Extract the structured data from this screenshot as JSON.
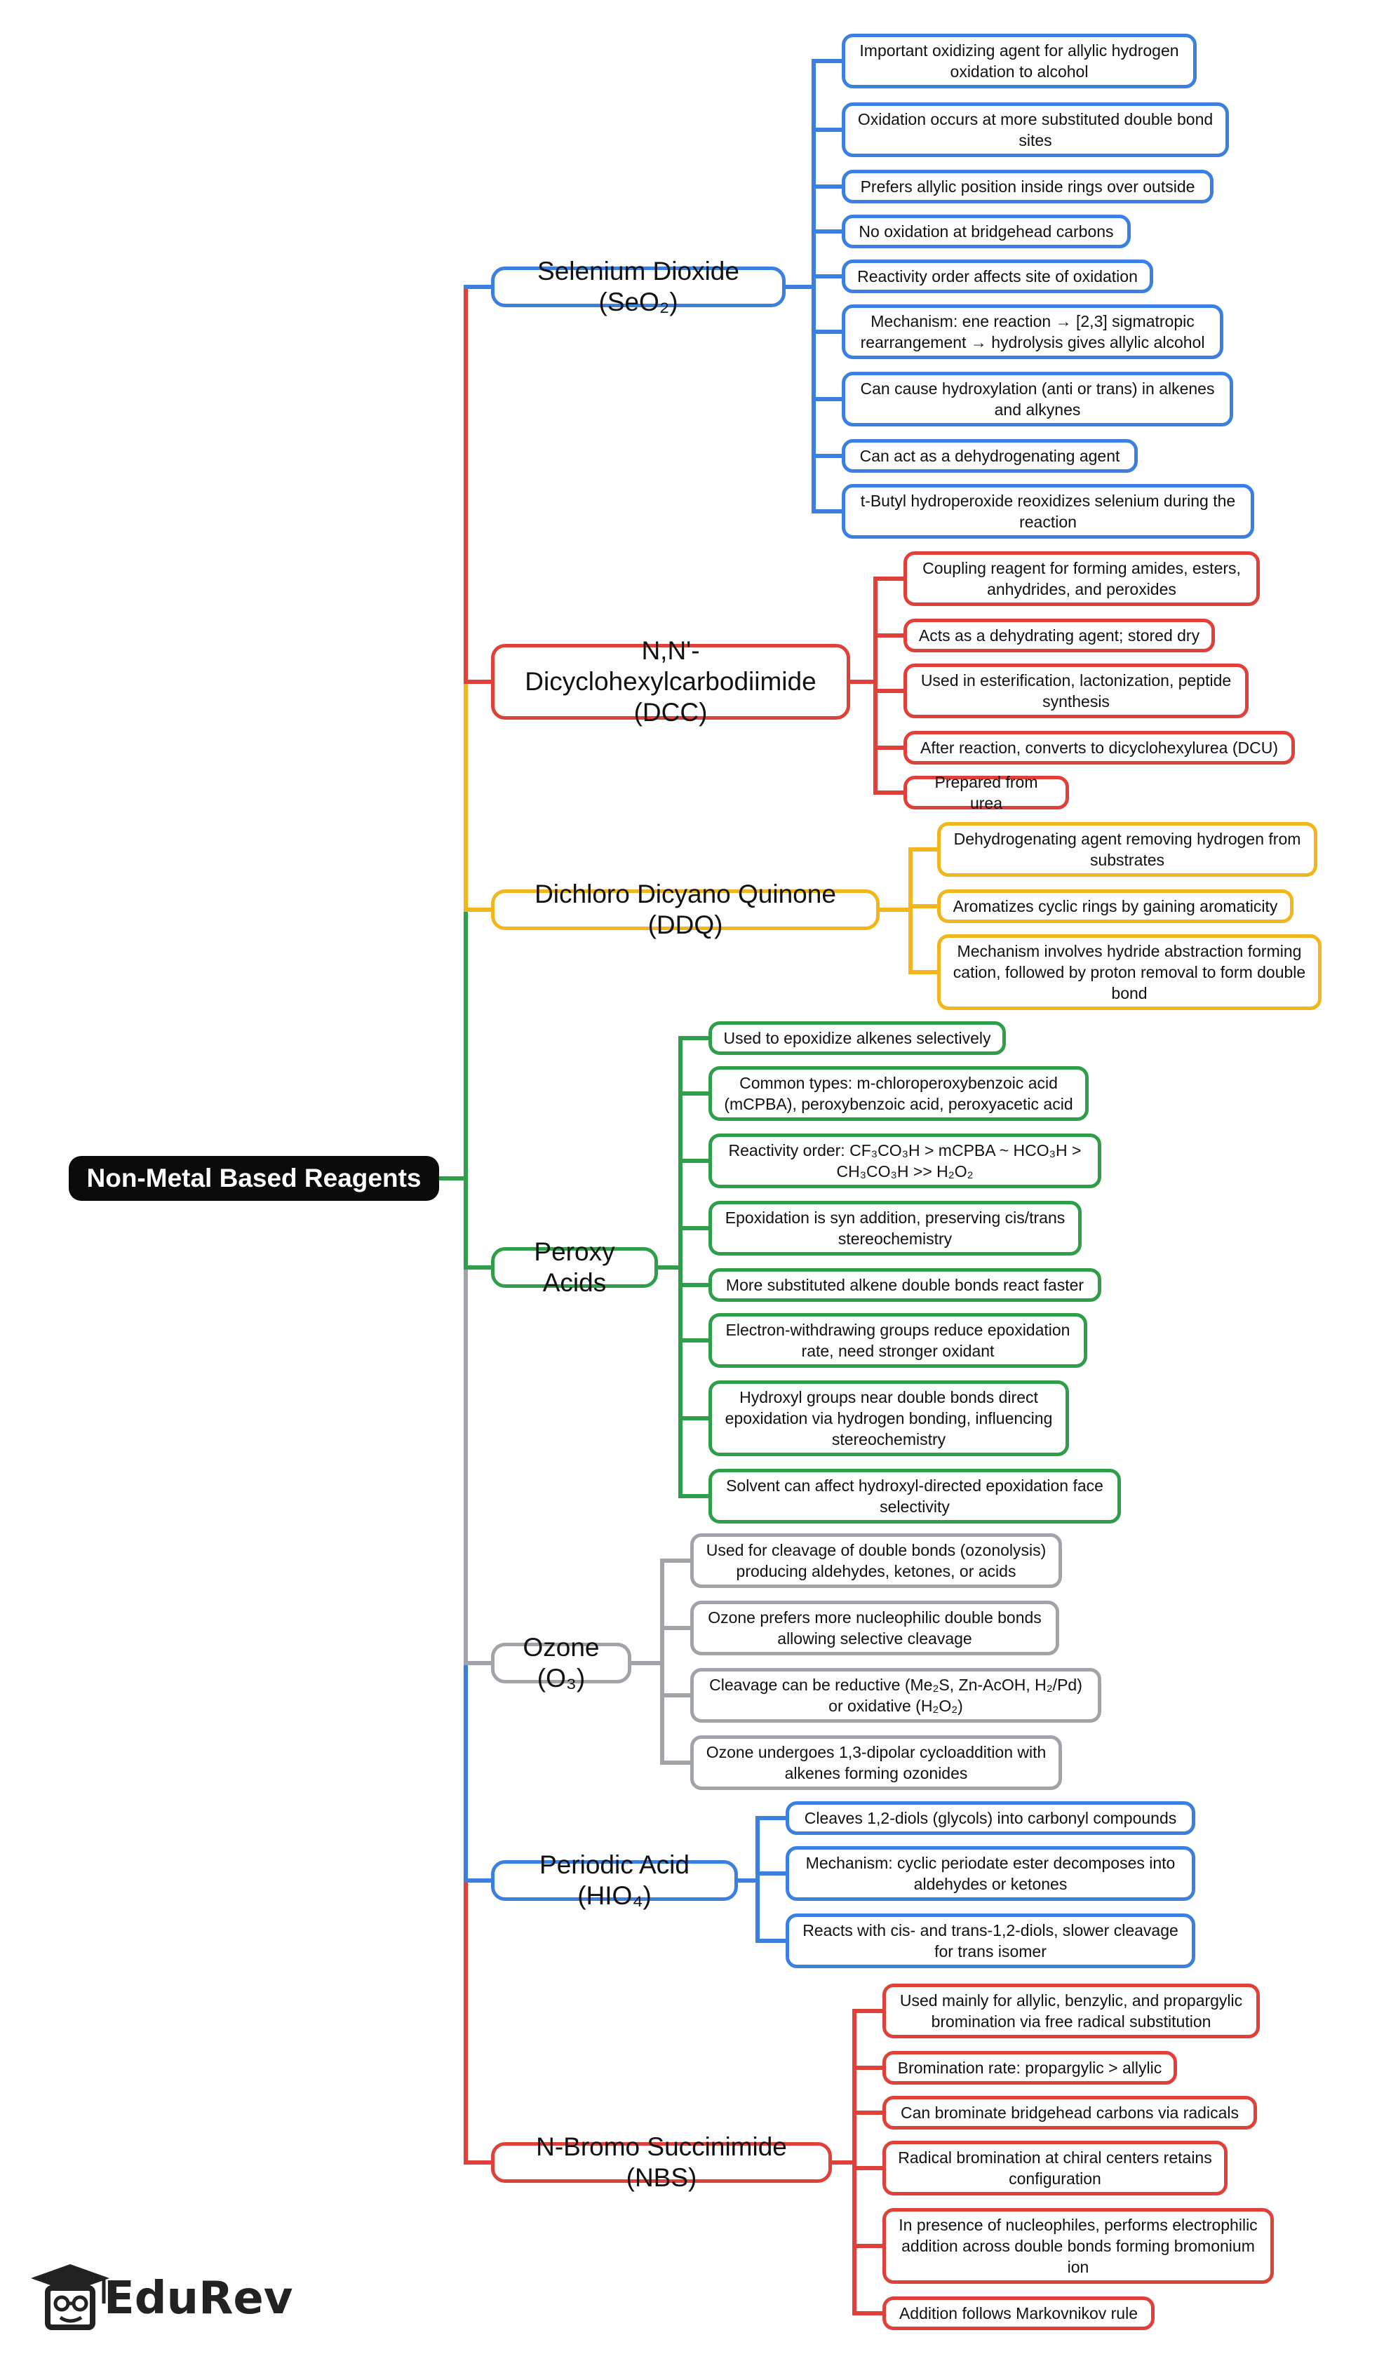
{
  "root": "Non-Metal Based Reagents",
  "branches": [
    {
      "label": "Selenium Dioxide (SeO₂)",
      "color": "#3b7fe0",
      "items": [
        "Important oxidizing agent for allylic hydrogen oxidation to alcohol",
        "Oxidation occurs at more substituted double bond sites",
        "Prefers allylic position inside rings over outside",
        "No oxidation at bridgehead carbons",
        "Reactivity order affects site of oxidation",
        "Mechanism: ene reaction → [2,3] sigmatropic rearrangement → hydrolysis gives allylic alcohol",
        "Can cause hydroxylation (anti or trans) in alkenes and alkynes",
        "Can act as a dehydrogenating agent",
        "t-Butyl hydroperoxide reoxidizes selenium during the reaction"
      ]
    },
    {
      "label": "N,N'-Dicyclohexylcarbodiimide (DCC)",
      "color": "#e0403a",
      "items": [
        "Coupling reagent for forming amides, esters, anhydrides, and peroxides",
        "Acts as a dehydrating agent; stored dry",
        "Used in esterification, lactonization, peptide synthesis",
        "After reaction, converts to dicyclohexylurea (DCU)",
        "Prepared from urea"
      ]
    },
    {
      "label": "Dichloro Dicyano Quinone (DDQ)",
      "color": "#f2b51c",
      "items": [
        "Dehydrogenating agent removing hydrogen from substrates",
        "Aromatizes cyclic rings by gaining aromaticity",
        "Mechanism involves hydride abstraction forming cation, followed by proton removal to form double bond"
      ]
    },
    {
      "label": "Peroxy Acids",
      "color": "#2f9e4a",
      "items": [
        "Used to epoxidize alkenes selectively",
        "Common types: m-chloroperoxybenzoic acid (mCPBA), peroxybenzoic acid, peroxyacetic acid",
        "Reactivity order: CF₃CO₃H > mCPBA ~ HCO₃H > CH₃CO₃H >> H₂O₂",
        "Epoxidation is syn addition, preserving cis/trans stereochemistry",
        "More substituted alkene double bonds react faster",
        "Electron-withdrawing groups reduce epoxidation rate, need stronger oxidant",
        "Hydroxyl groups near double bonds direct epoxidation via hydrogen bonding, influencing stereochemistry",
        "Solvent can affect hydroxyl-directed epoxidation face selectivity"
      ]
    },
    {
      "label": "Ozone (O₃)",
      "color": "#a0a3a8",
      "items": [
        "Used for cleavage of double bonds (ozonolysis) producing aldehydes, ketones, or acids",
        "Ozone prefers more nucleophilic double bonds allowing selective cleavage",
        "Cleavage can be reductive (Me₂S, Zn-AcOH, H₂/Pd) or oxidative (H₂O₂)",
        "Ozone undergoes 1,3-dipolar cycloaddition with alkenes forming ozonides"
      ]
    },
    {
      "label": "Periodic Acid (HIO₄)",
      "color": "#3b7fe0",
      "items": [
        "Cleaves 1,2-diols (glycols) into carbonyl compounds",
        "Mechanism: cyclic periodate ester decomposes into aldehydes or ketones",
        "Reacts with cis- and trans-1,2-diols, slower cleavage for trans isomer"
      ]
    },
    {
      "label": "N-Bromo Succinimide (NBS)",
      "color": "#e0403a",
      "items": [
        "Used mainly for allylic, benzylic, and propargylic bromination via free radical substitution",
        "Bromination rate: propargylic > allylic",
        "Can brominate bridgehead carbons via radicals",
        "Radical bromination at chiral centers retains configuration",
        "In presence of nucleophiles, performs electrophilic addition across double bonds forming bromonium ion",
        "Addition follows Markovnikov rule"
      ]
    }
  ],
  "logo": "EduRev"
}
